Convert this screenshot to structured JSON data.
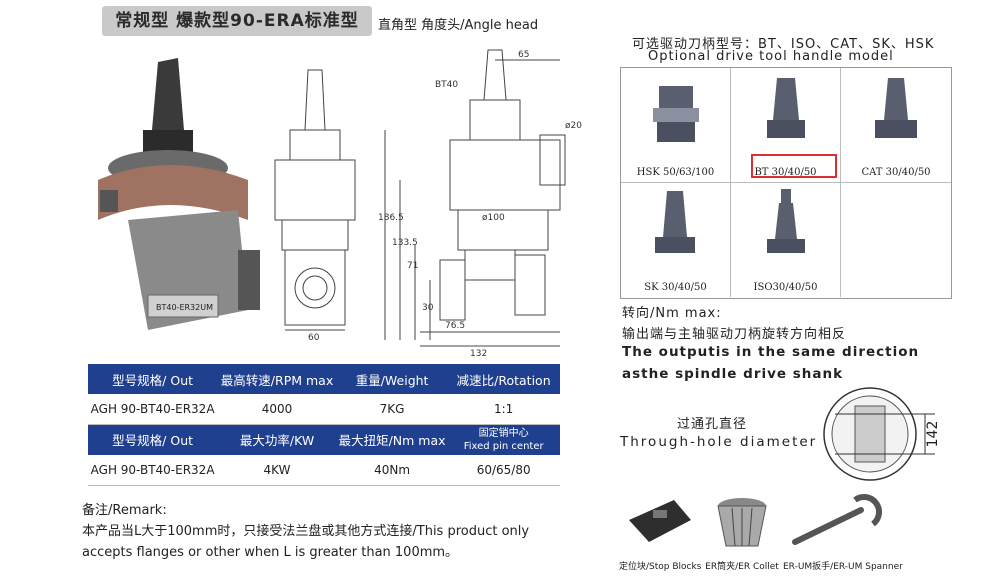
{
  "header": {
    "title": "常规型 爆款型90-ERA标准型",
    "subtitle": "直角型 角度头/Angle head"
  },
  "photo": {
    "plate_text": "BT40-ER32UM"
  },
  "drawing": {
    "dims": {
      "d65": "65",
      "bt40": "BT40",
      "d20": "ø20",
      "d1865": "186.5",
      "d1335": "133.5",
      "d100": "ø100",
      "d71": "71",
      "d30": "30",
      "d60": "60",
      "d765": "76.5",
      "d132": "132"
    }
  },
  "spec_table": {
    "header1": [
      "型号规格/ Out",
      "最高转速/RPM max",
      "重量/Weight",
      "减速比/Rotation"
    ],
    "row1": [
      "AGH 90-BT40-ER32A",
      "4000",
      "7KG",
      "1:1"
    ],
    "header2": [
      "型号规格/ Out",
      "最大功率/KW",
      "最大扭矩/Nm max",
      "固定销中心",
      "Fixed pin center"
    ],
    "row2": [
      "AGH 90-BT40-ER32A",
      "4KW",
      "40Nm",
      "60/65/80"
    ]
  },
  "remark": {
    "line1": "备注/Remark:",
    "line2": "本产品当L大于100mm时，只接受法兰盘或其他方式连接/This product only",
    "line3": "accepts flanges or other when L is greater than 100mm。"
  },
  "options": {
    "title_cn": "可选驱动刀柄型号：BT、ISO、CAT、SK、HSK",
    "title_en": "Optional drive tool handle model",
    "items": [
      "HSK 50/63/100",
      "BT 30/40/50",
      "CAT 30/40/50",
      "SK 30/40/50",
      "ISO30/40/50"
    ]
  },
  "rotation": {
    "cn1": "转向/Nm max:",
    "cn2": "输出端与主轴驱动刀柄旋转方向相反",
    "en1": "The outputis in the same direction",
    "en2": "asthe spindle drive shank"
  },
  "through_hole": {
    "cn": "过通孔直径",
    "en": "Through-hole diameter",
    "value": "142"
  },
  "accessories": [
    "定位块/Stop Blocks",
    "ER筒夹/ER Collet",
    "ER-UM扳手/ER-UM Spanner"
  ],
  "colors": {
    "table_header": "#1f3f8f",
    "highlight": "#d93030",
    "title_badge": "#c9c9c9"
  }
}
